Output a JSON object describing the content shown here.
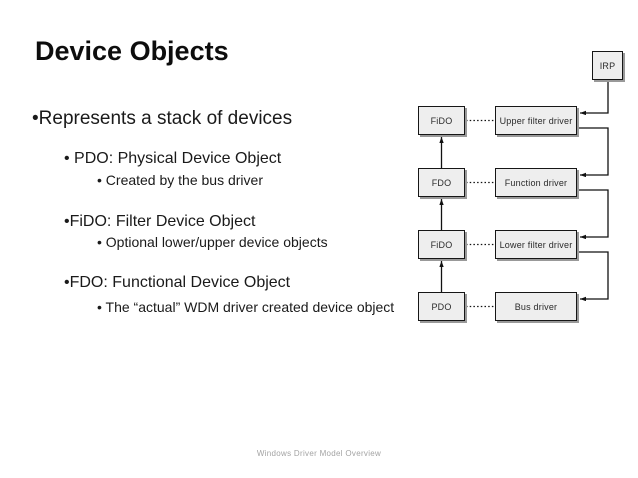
{
  "slide": {
    "title": "Device Objects",
    "footer": "Windows Driver Model Overview",
    "bullets": [
      {
        "level": 1,
        "text": "•Represents a stack of devices"
      },
      {
        "level": 2,
        "text": "• PDO: Physical Device Object"
      },
      {
        "level": 3,
        "text": "• Created by the bus driver"
      },
      {
        "level": 2,
        "text": "•FiDO: Filter Device Object"
      },
      {
        "level": 3,
        "text": "• Optional lower/upper device objects"
      },
      {
        "level": 2,
        "text": "•FDO: Functional Device Object"
      },
      {
        "level": 3,
        "text": "• The “actual” WDM driver created device object"
      }
    ]
  },
  "diagram": {
    "irp": "IRP",
    "stack": [
      {
        "device": "FiDO",
        "driver": "Upper filter driver"
      },
      {
        "device": "FDO",
        "driver": "Function driver"
      },
      {
        "device": "FiDO",
        "driver": "Lower filter driver"
      },
      {
        "device": "PDO",
        "driver": "Bus driver"
      }
    ]
  },
  "colors": {
    "box_fill": "#eeeeee",
    "box_border": "#161616",
    "box_shadow": "#999999",
    "line": "#111111",
    "footer_text": "#a3a3a3"
  }
}
